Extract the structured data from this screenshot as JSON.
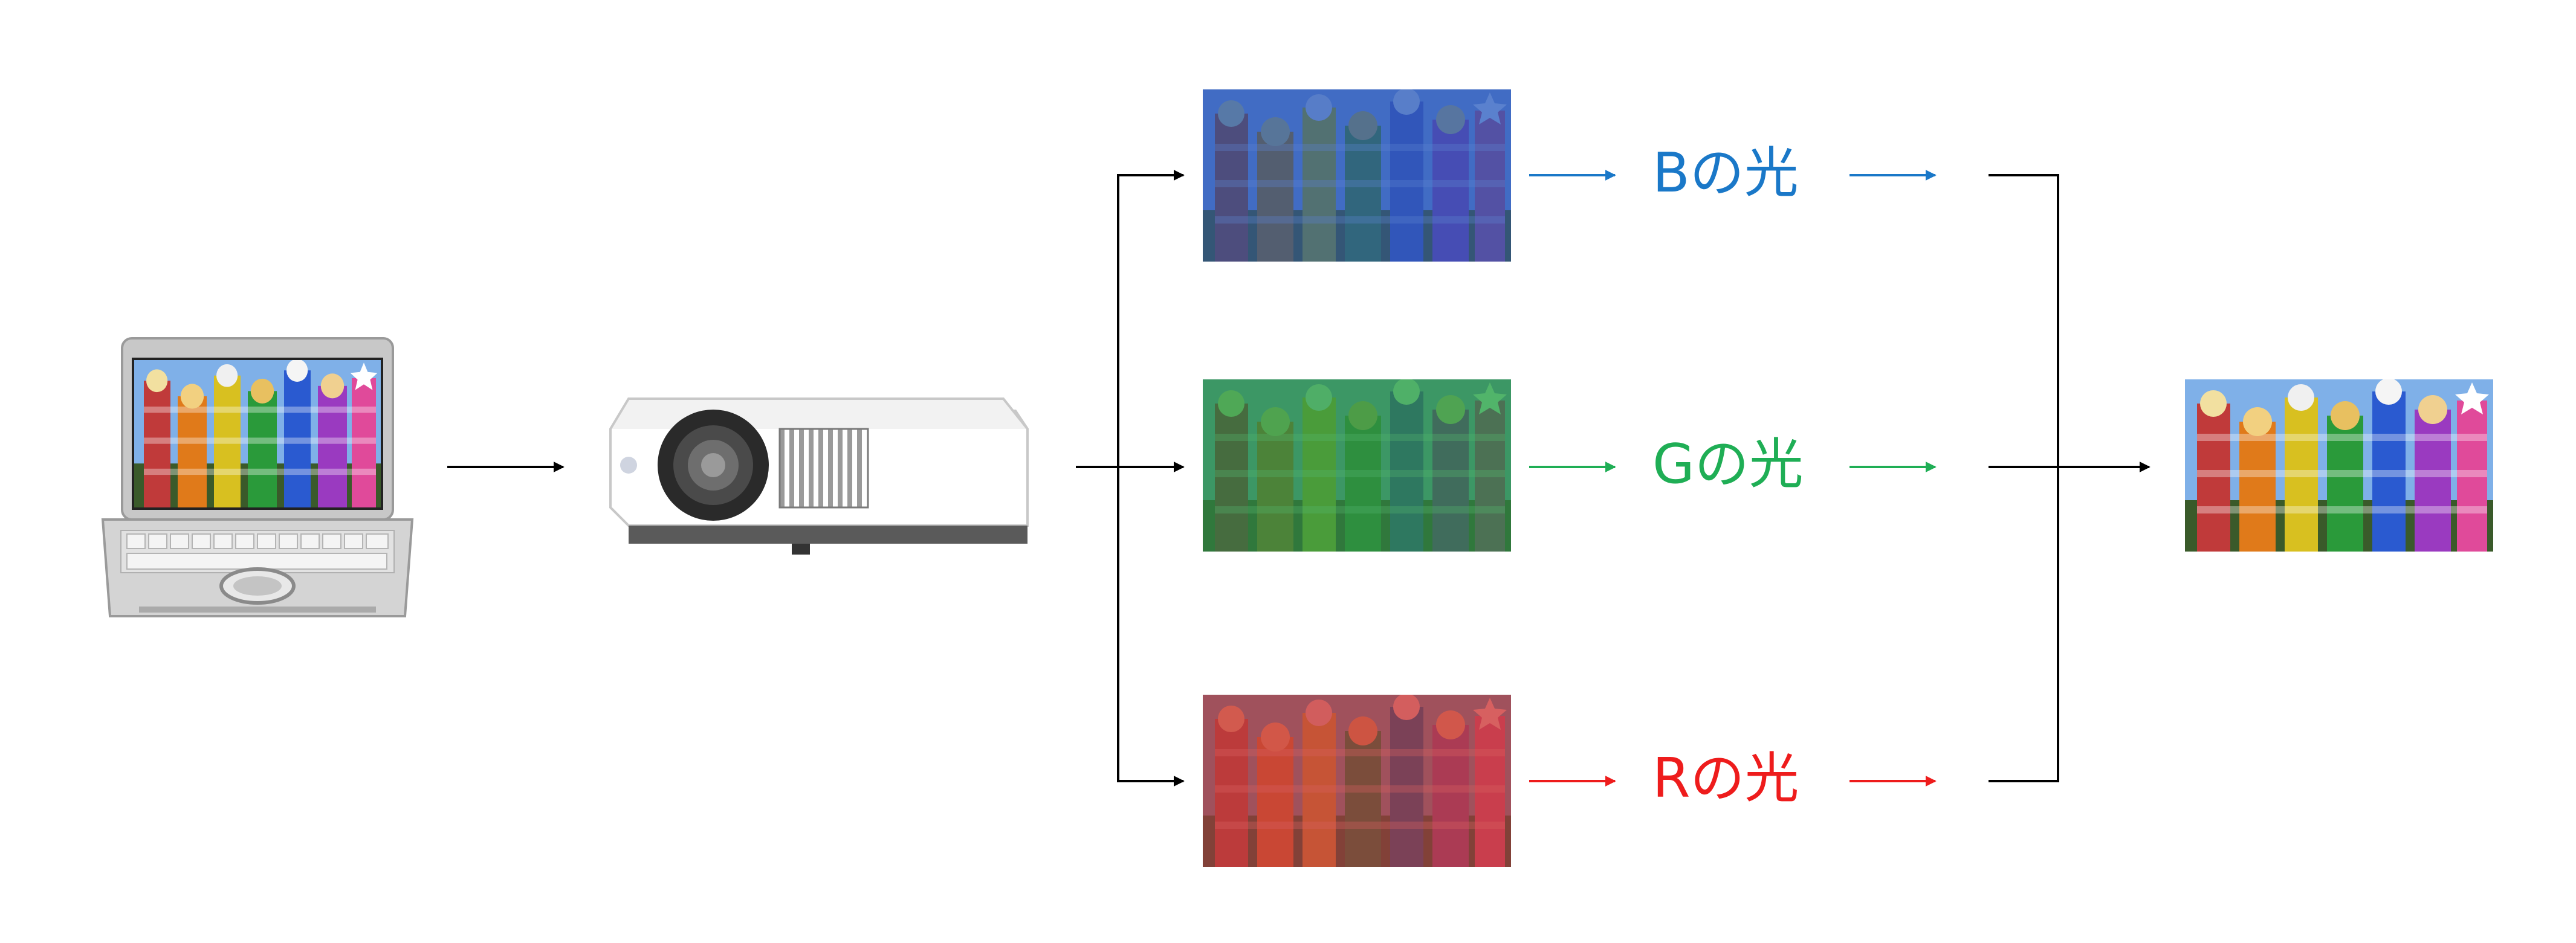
{
  "labels": {
    "blue": "Bの光",
    "green": "Gの光",
    "red": "Rの光"
  },
  "colors": {
    "blue": "#1a78c8",
    "green": "#1fae55",
    "red": "#ee1c1c",
    "arrow": "#000000"
  },
  "icons": {
    "source": "laptop-icon",
    "device": "projector-icon",
    "blue_image": "blue-channel-image",
    "green_image": "green-channel-image",
    "red_image": "red-channel-image",
    "result": "combined-color-image"
  }
}
